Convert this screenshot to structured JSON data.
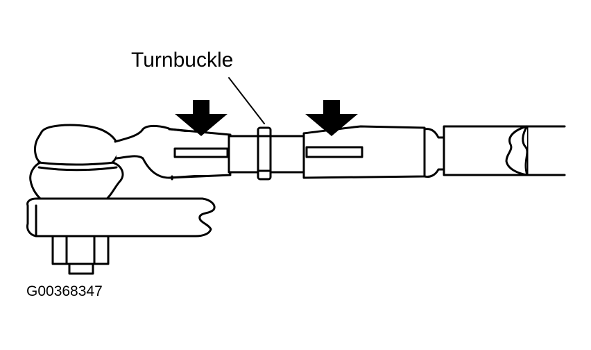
{
  "figure": {
    "callout_label": "Turnbuckle",
    "figure_id": "G00368347",
    "line_color": "#000000",
    "background_color": "#ffffff"
  },
  "parts": {
    "tie_rod_end": "tie-rod-end",
    "turnbuckle_nut": "turnbuckle-nut",
    "adjusting_sleeve": "adjusting-sleeve",
    "inner_tie_rod": "inner-tie-rod",
    "arrow_icons": [
      "down-arrow-icon",
      "down-arrow-icon"
    ]
  }
}
